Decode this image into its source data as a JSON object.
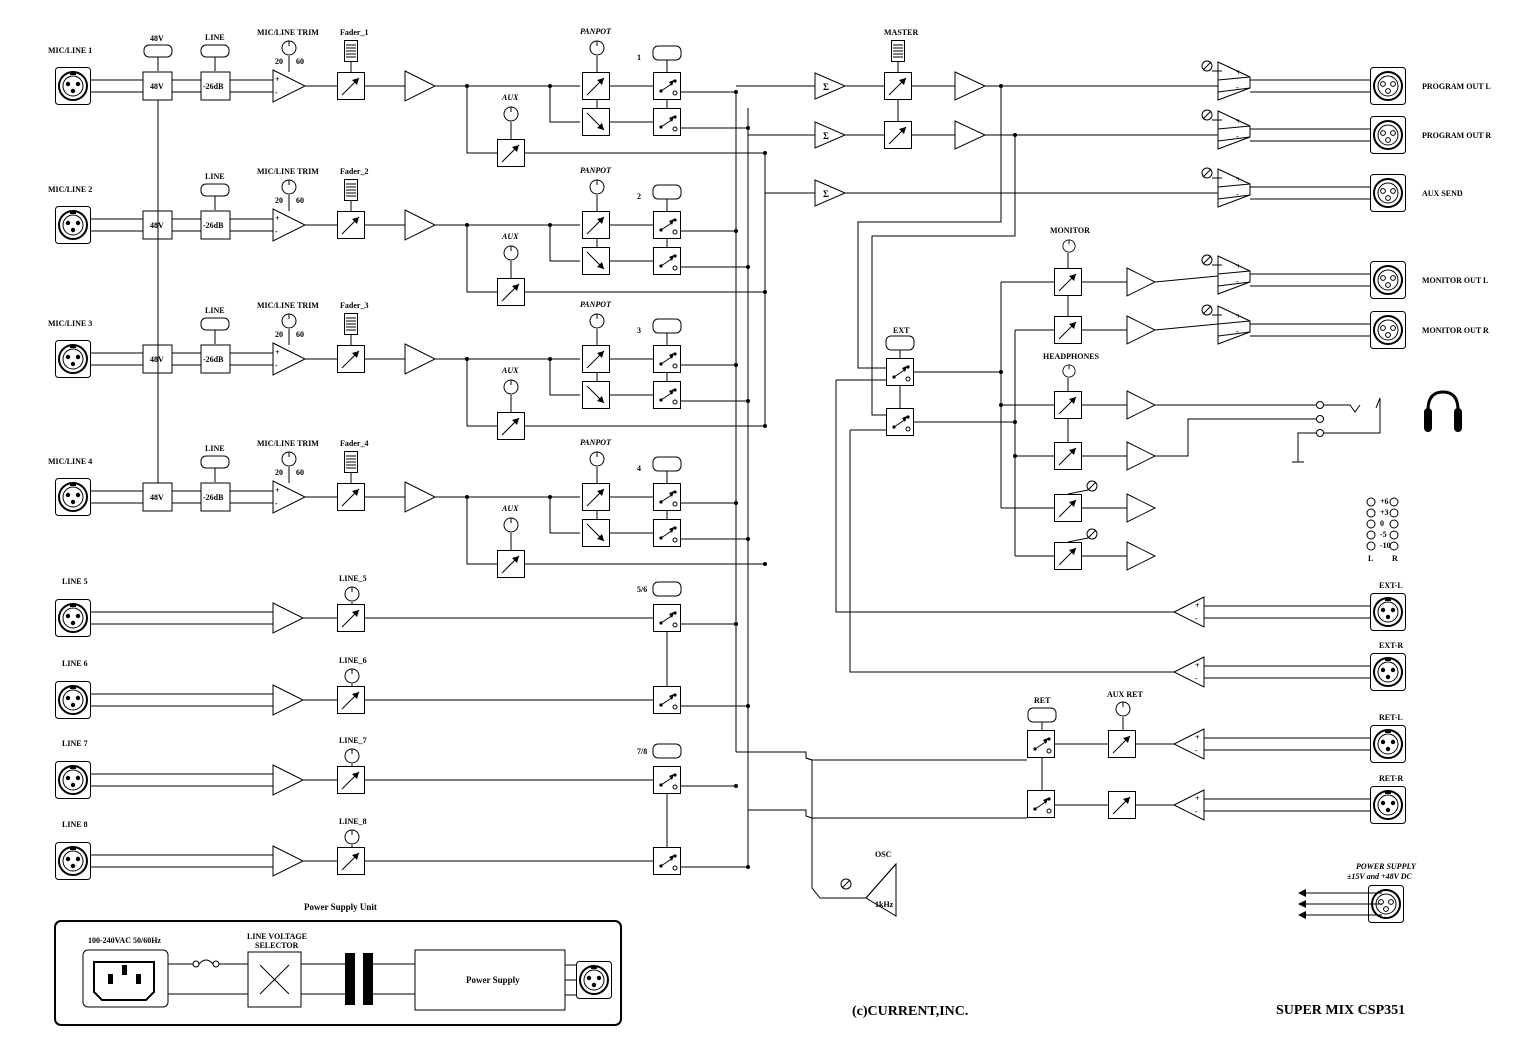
{
  "diagram": {
    "title": "SUPER MIX CSP351",
    "copyright": "(c)CURRENT,INC.",
    "mic_channels": [
      {
        "input": "MIC/LINE 1",
        "phantom_label": "48V",
        "pad_label": "LINE",
        "pad_value": "-26dB",
        "trim_label": "MIC/LINE TRIM",
        "trim_min": "20",
        "trim_max": "60",
        "fader": "Fader_1",
        "pan_label": "PANPOT",
        "aux_label": "AUX",
        "assign": "1"
      },
      {
        "input": "MIC/LINE 2",
        "phantom_label": "48V",
        "pad_label": "LINE",
        "pad_value": "-26dB",
        "trim_label": "MIC/LINE TRIM",
        "trim_min": "20",
        "trim_max": "60",
        "fader": "Fader_2",
        "pan_label": "PANPOT",
        "aux_label": "AUX",
        "assign": "2"
      },
      {
        "input": "MIC/LINE 3",
        "phantom_label": "48V",
        "pad_label": "LINE",
        "pad_value": "-26dB",
        "trim_label": "MIC/LINE TRIM",
        "trim_min": "20",
        "trim_max": "60",
        "fader": "Fader_3",
        "pan_label": "PANPOT",
        "aux_label": "AUX",
        "assign": "3"
      },
      {
        "input": "MIC/LINE 4",
        "phantom_label": "48V",
        "pad_label": "LINE",
        "pad_value": "-26dB",
        "trim_label": "MIC/LINE TRIM",
        "trim_min": "20",
        "trim_max": "60",
        "fader": "Fader_4",
        "pan_label": "PANPOT",
        "aux_label": "AUX",
        "assign": "4"
      }
    ],
    "phantom_switch_label": "48V",
    "line_channels": [
      {
        "input": "LINE 5",
        "level": "LINE_5"
      },
      {
        "input": "LINE 6",
        "level": "LINE_6"
      },
      {
        "input": "LINE 7",
        "level": "LINE_7"
      },
      {
        "input": "LINE 8",
        "level": "LINE_8"
      }
    ],
    "line_assign": [
      "5/6",
      "7/8"
    ],
    "master_label": "MASTER",
    "sum_symbol": "Σ",
    "outputs": [
      "PROGRAM OUT L",
      "PROGRAM OUT R",
      "AUX SEND",
      "MONITOR OUT L",
      "MONITOR OUT R"
    ],
    "monitor_label": "MONITOR",
    "headphones_label": "HEADPHONES",
    "ext_label": "EXT",
    "ext_inputs": [
      "EXT-L",
      "EXT-R"
    ],
    "ret_label": "RET",
    "aux_ret_label": "AUX RET",
    "ret_inputs": [
      "RET-L",
      "RET-R"
    ],
    "osc_label": "OSC",
    "osc_freq": "1kHz",
    "meter_ticks": [
      "+6",
      "+3",
      "0",
      "-5",
      "-10"
    ],
    "meter_channels": [
      "L",
      "R"
    ],
    "psu": {
      "title": "Power Supply Unit",
      "mains": "100-240VAC 50/60Hz",
      "selector": "LINE VOLTAGE SELECTOR",
      "supply": "Power Supply"
    },
    "power_input": {
      "title": "POWER SUPPLY",
      "spec": "±15V and +48V DC"
    }
  }
}
